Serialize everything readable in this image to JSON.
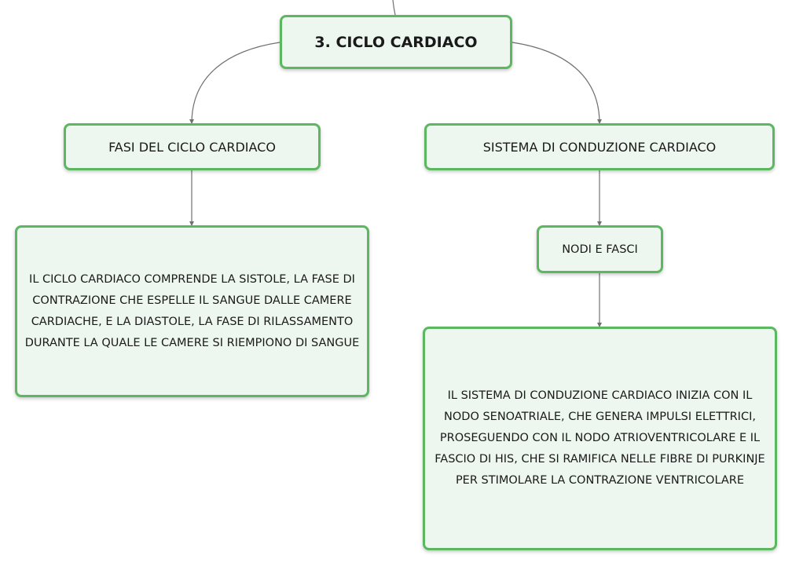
{
  "diagram": {
    "nodes": {
      "root": {
        "label": "3. CICLO CARDIACO"
      },
      "fasi": {
        "label": "FASI DEL CICLO CARDIACO"
      },
      "sistema": {
        "label": "SISTEMA DI CONDUZIONE CARDIACO"
      },
      "fasi_desc": {
        "text": "IL CICLO CARDIACO COMPRENDE LA SISTOLE, LA FASE DI CONTRAZIONE CHE ESPELLE IL SANGUE DALLE CAMERE CARDIACHE, E LA DIASTOLE, LA FASE DI RILASSAMENTO DURANTE LA QUALE LE CAMERE SI RIEMPIONO DI SANGUE"
      },
      "nodi": {
        "label": "NODI E FASCI"
      },
      "sistema_desc": {
        "text": "IL SISTEMA DI CONDUZIONE CARDIACO INIZIA CON IL NODO SENOATRIALE, CHE GENERA IMPULSI ELETTRICI, PROSEGUENDO CON IL NODO ATRIOVENTRICOLARE E IL FASCIO DI HIS, CHE SI RAMIFICA NELLE FIBRE DI PURKINJE PER STIMOLARE LA CONTRAZIONE VENTRICOLARE"
      }
    },
    "edges": [
      {
        "from": "parent",
        "to": "root"
      },
      {
        "from": "root",
        "to": "fasi"
      },
      {
        "from": "root",
        "to": "sistema"
      },
      {
        "from": "fasi",
        "to": "fasi_desc"
      },
      {
        "from": "sistema",
        "to": "nodi"
      },
      {
        "from": "nodi",
        "to": "sistema_desc"
      }
    ],
    "colors": {
      "node_border": "#5cb860",
      "node_fill": "#eef7ef",
      "connector": "#707070",
      "text": "#1a1a1a"
    }
  }
}
